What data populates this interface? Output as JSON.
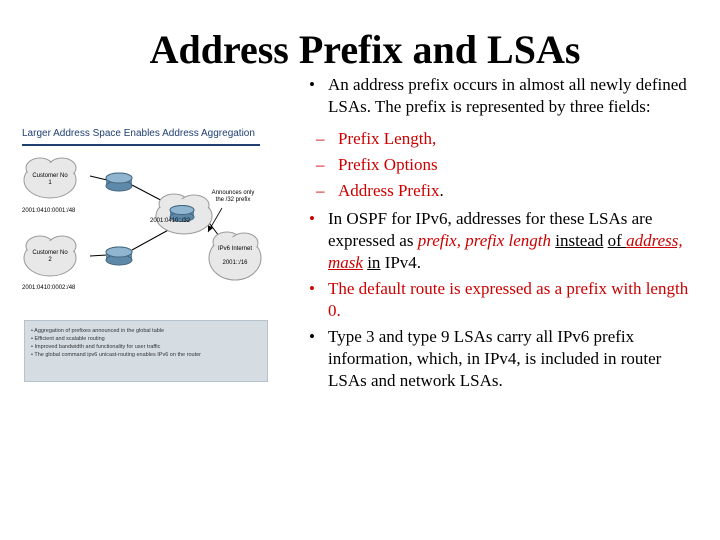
{
  "slide": {
    "title": "Address Prefix and LSAs"
  },
  "figure": {
    "caption": "Larger Address Space Enables Address Aggregation",
    "customer1_label": "Customer No 1",
    "customer1_prefix": "2001:0410:0001:/48",
    "customer2_label": "Customer No 2",
    "customer2_prefix": "2001:0410:0002:/48",
    "isp_prefix": "2001:0410::/32",
    "internet_label": "IPv6 Internet",
    "internet_prefix": "2001::/16",
    "announce_text": "Announces only the /32 prefix",
    "legend": [
      "Aggregation of prefixes announced in the global table",
      "Efficient and scalable routing",
      "Improved bandwidth and functionality for user traffic",
      "The global command ipv6 unicast-routing enables IPv6 on the router"
    ]
  },
  "content": {
    "b1": "An address prefix occurs in almost all newly defined LSAs. The prefix is represented by three fields:",
    "sub1": "Prefix Length,",
    "sub2": "Prefix Options",
    "sub3": "Address Prefix",
    "sub3_end": ".",
    "b2_a": "In OSPF for IPv6, addresses for these LSAs are expressed as ",
    "b2_prefix": "prefix, prefix length",
    "b2_instead": "instead",
    "b2_of": "of ",
    "b2_addr": "address, mask",
    "b2_in": "in",
    "b2_ipv4": " IPv4.",
    "b3": "The default route is expressed as a prefix with length 0.",
    "b4": "Type 3 and type 9 LSAs carry all IPv6 prefix information, which, in IPv4, is included in router LSAs and network LSAs."
  },
  "colors": {
    "accent_red": "#cc0000",
    "caption_blue": "#1f3f73"
  }
}
